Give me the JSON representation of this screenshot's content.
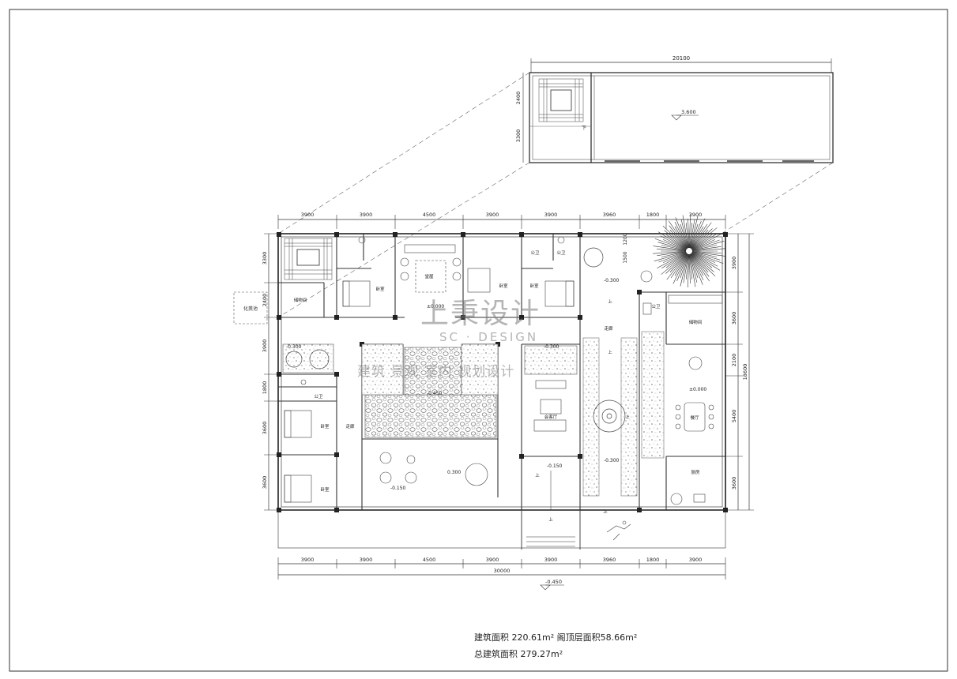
{
  "roof_plan": {
    "total_dim": "20100",
    "left_dims": [
      "2400",
      "3300"
    ],
    "elevation": "3.600",
    "stair_label": "下"
  },
  "main_plan": {
    "top_dims": [
      "3900",
      "3900",
      "4500",
      "3900",
      "3900",
      "3960",
      "1800",
      "3900"
    ],
    "bottom_dims": [
      "3900",
      "3900",
      "4500",
      "3900",
      "3900",
      "3960",
      "1800",
      "3900"
    ],
    "total_width": "30000",
    "left_dims": [
      "3300",
      "2400",
      "3900",
      "1800",
      "3600",
      "3600"
    ],
    "right_dims": [
      "3900",
      "3600",
      "2100",
      "5400",
      "3600"
    ],
    "right_top_dims": [
      "1200",
      "1500"
    ],
    "total_height": "18600",
    "site_elevation": "-0.450"
  },
  "rooms": {
    "bedroom": "卧室",
    "hall": "堂屋",
    "storage": "储物间",
    "bathroom": "公卫",
    "corridor": "走廊",
    "meeting_room": "会客厅",
    "dining": "餐厅",
    "kitchen": "厨房",
    "fire_pool": "化粪池",
    "up": "上"
  },
  "elevations": {
    "zero": "±0.000",
    "zero_right": "±0.000",
    "e_0300_a": "-0.300",
    "e_0300_b": "-0.300",
    "e_0300_c": "-0.300",
    "e_0300_d": "-0.300",
    "e_0450": "-0.450",
    "e_0150_a": "-0.150",
    "e_0150_b": "-0.150",
    "e_0300_e": "0.300"
  },
  "watermark": {
    "brand_cn": "上秉设计",
    "brand_en": "SC · DESIGN",
    "strip": "建筑 景观 室内 规划设计"
  },
  "areas": {
    "line1": "建筑面积  220.61m²   阁顶层面积58.66m²",
    "line2": "总建筑面积  279.27m²"
  }
}
